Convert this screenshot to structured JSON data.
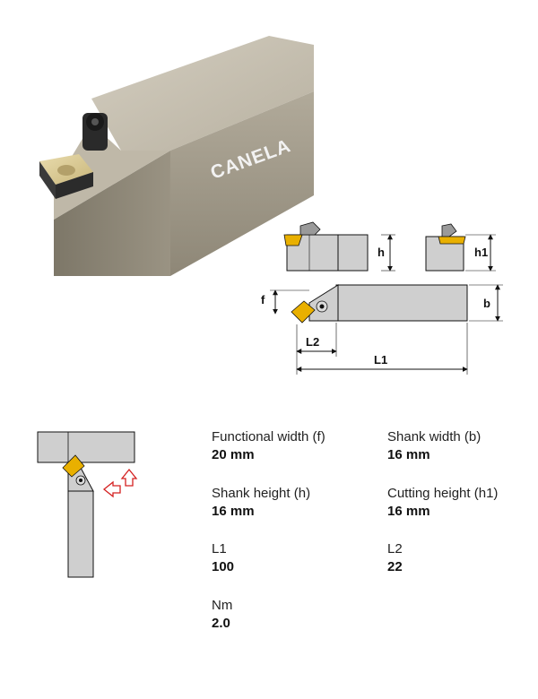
{
  "product": {
    "brand": "CANELA"
  },
  "diagram": {
    "labels": {
      "h": "h",
      "h1": "h1",
      "f": "f",
      "b": "b",
      "L1": "L1",
      "L2": "L2"
    }
  },
  "specs": [
    {
      "label": "Functional width (f)",
      "value": "20 mm"
    },
    {
      "label": "Shank width (b)",
      "value": "16 mm"
    },
    {
      "label": "Shank height (h)",
      "value": "16 mm"
    },
    {
      "label": "Cutting height (h1)",
      "value": "16 mm"
    },
    {
      "label": "L1",
      "value": "100"
    },
    {
      "label": "L2",
      "value": "22"
    },
    {
      "label": "Nm",
      "value": "2.0"
    }
  ],
  "colors": {
    "insert": "#e9b000",
    "shank_gray": "#cfcfcf",
    "photo_metal": "#a59d8c",
    "arrow_red": "#d42020"
  }
}
